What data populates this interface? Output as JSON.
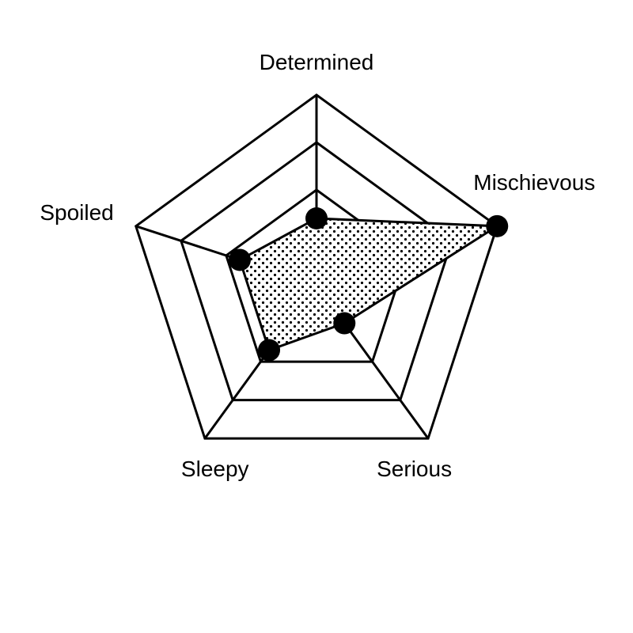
{
  "chart_data": {
    "type": "radar",
    "axes": [
      "Determined",
      "Mischievous",
      "Serious",
      "Sleepy",
      "Spoiled"
    ],
    "scale": [
      0,
      4
    ],
    "rings": 4,
    "grid": true,
    "series": [
      {
        "values": [
          1.4,
          4,
          1,
          1.7,
          1.7
        ],
        "fill_pattern": "dots",
        "stroke_color": "#000000",
        "marker": "filled-circle"
      }
    ],
    "colors": {
      "grid": "#000000",
      "fill": "#ffffff",
      "dots": "#000000"
    }
  }
}
